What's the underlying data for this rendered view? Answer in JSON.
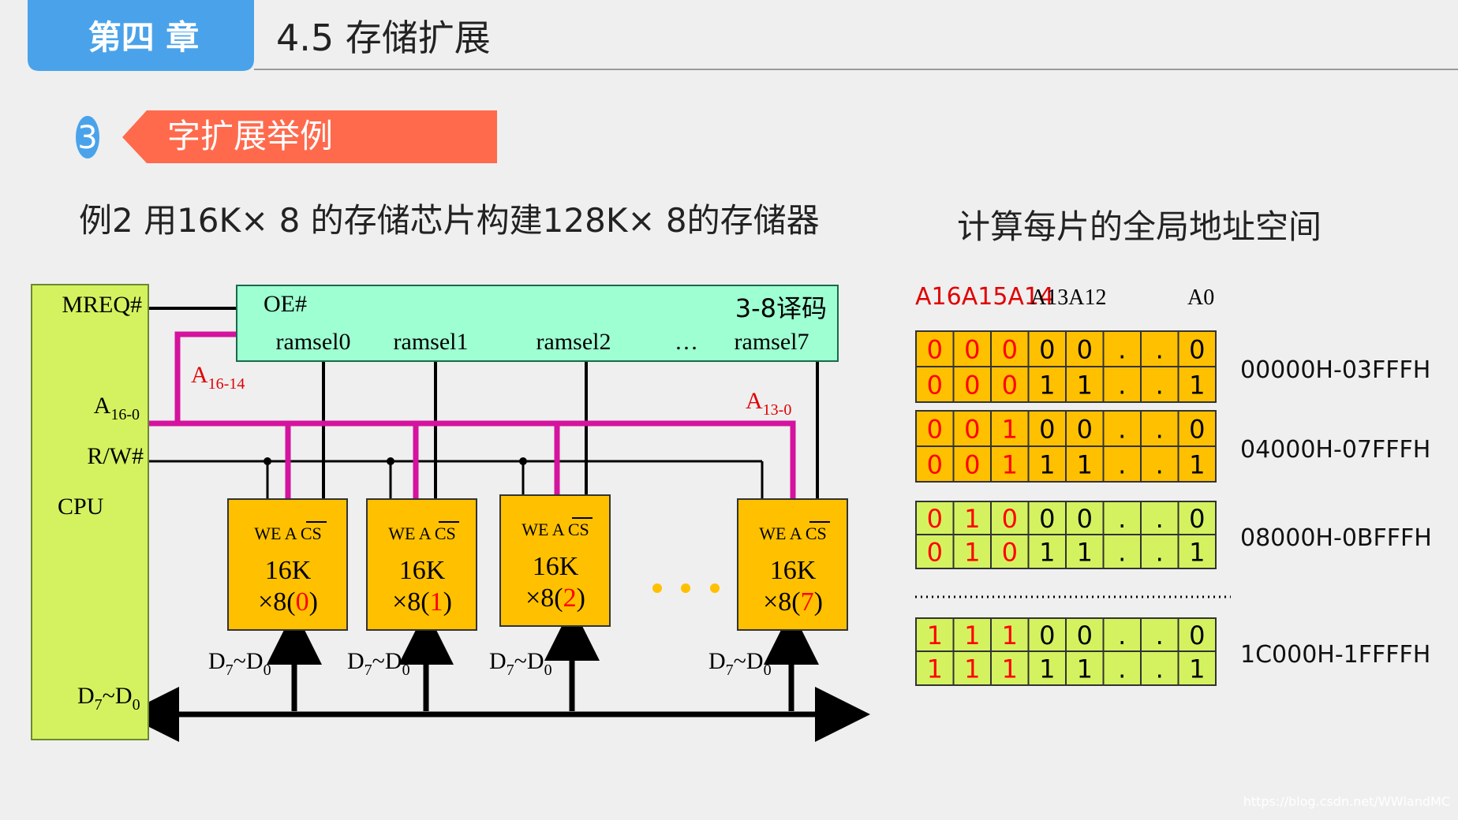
{
  "header": {
    "chapter_tab": "第四 章",
    "section_title": "4.5 存储扩展"
  },
  "banner": {
    "badge": "3",
    "title": "字扩展举例"
  },
  "example_title": "例2 用16K× 8 的存储芯片构建128K× 8的存储器",
  "right_title": "计算每片的全局地址空间",
  "cpu": {
    "label": "CPU",
    "pins": {
      "mreq": "MREQ#",
      "addr": {
        "base": "A",
        "sub": "16-0"
      },
      "rw": "R/W#",
      "data": {
        "base": "D",
        "sub1": "7",
        "mid": "~D",
        "sub2": "0"
      }
    }
  },
  "decoder": {
    "label": "3-8译码",
    "oe": "OE#",
    "outputs": [
      "ramsel0",
      "ramsel1",
      "ramsel2",
      "…",
      "ramsel7"
    ]
  },
  "bus_labels": {
    "a_high": {
      "base": "A",
      "sub": "16-14"
    },
    "a_low": {
      "base": "A",
      "sub": "13-0"
    }
  },
  "chips": [
    {
      "pins": "WE A CS",
      "size": "16K",
      "prefix": "×8(",
      "index": "0",
      "suffix": ")"
    },
    {
      "pins": "WE A CS",
      "size": "16K",
      "prefix": "×8(",
      "index": "1",
      "suffix": ")"
    },
    {
      "pins": "WE A CS",
      "size": "16K",
      "prefix": "×8(",
      "index": "2",
      "suffix": ")"
    },
    {
      "pins": "WE A CS",
      "size": "16K",
      "prefix": "×8(",
      "index": "7",
      "suffix": ")"
    }
  ],
  "chip_data_label": {
    "base": "D",
    "sub1": "7",
    "mid": "~D",
    "sub2": "0"
  },
  "address_table": {
    "header": [
      "A16",
      "A15",
      "A14",
      "A13",
      "A12",
      "A0"
    ],
    "groups": [
      {
        "rows": [
          [
            "0",
            "0",
            "0",
            "0",
            "0",
            ".",
            ".",
            "0"
          ],
          [
            "0",
            "0",
            "0",
            "1",
            "1",
            ".",
            ".",
            "1"
          ]
        ],
        "range": "00000H-03FFFH",
        "color": "#ffc000"
      },
      {
        "rows": [
          [
            "0",
            "0",
            "1",
            "0",
            "0",
            ".",
            ".",
            "0"
          ],
          [
            "0",
            "0",
            "1",
            "1",
            "1",
            ".",
            ".",
            "1"
          ]
        ],
        "range": "04000H-07FFFH",
        "color": "#ffc000"
      },
      {
        "rows": [
          [
            "0",
            "1",
            "0",
            "0",
            "0",
            ".",
            ".",
            "0"
          ],
          [
            "0",
            "1",
            "0",
            "1",
            "1",
            ".",
            ".",
            "1"
          ]
        ],
        "range": "08000H-0BFFFH",
        "color": "#d4f25f"
      },
      {
        "rows": [
          [
            "1",
            "1",
            "1",
            "0",
            "0",
            ".",
            ".",
            "0"
          ],
          [
            "1",
            "1",
            "1",
            "1",
            "1",
            ".",
            ".",
            "1"
          ]
        ],
        "range": "1C000H-1FFFFH",
        "color": "#d4f25f"
      }
    ]
  },
  "watermark": "https://blog.csdn.net/WWlandMC",
  "colors": {
    "tab_blue": "#4aa3ea",
    "banner_red": "#ff6a4d",
    "cpu_green": "#d4f25f",
    "decoder_teal": "#9effd2",
    "chip_yellow": "#ffc000",
    "bus_magenta": "#d4139e",
    "bit_red": "#ff0000"
  }
}
